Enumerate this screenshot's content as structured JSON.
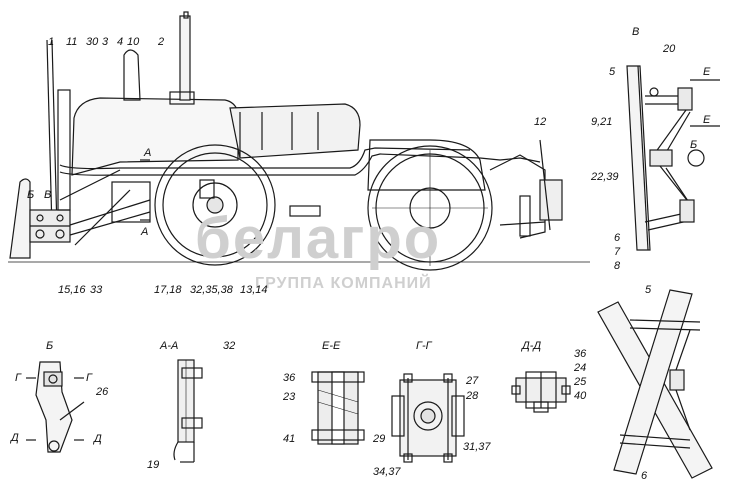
{
  "labels": {
    "n1": "1",
    "n11": "11",
    "n30": "30",
    "n3": "3",
    "n4": "4",
    "n10": "10",
    "n2": "2",
    "n12": "12",
    "n15_16": "15,16",
    "n33": "33",
    "n17_18": "17,18",
    "n32_35_38": "32,35,38",
    "n13_14": "13,14",
    "b_left": "Б",
    "v_left": "В",
    "a_top": "А",
    "a_bot": "А",
    "v_title": "В",
    "v20": "20",
    "v5": "5",
    "v9_21": "9,21",
    "ve1": "Е",
    "ve2": "Е",
    "vb": "Б",
    "v22_39": "22,39",
    "v6": "6",
    "v7": "7",
    "v8": "8",
    "x5": "5",
    "x6": "6",
    "sb_title": "Б",
    "sb_g1": "Г",
    "sb_g2": "Г",
    "sb_26": "26",
    "sb_d1": "Д",
    "sb_d2": "Д",
    "sa_title": "А-А",
    "sa_32": "32",
    "sa_19": "19",
    "se_title": "Е-Е",
    "se_36": "36",
    "se_23": "23",
    "se_41": "41",
    "sg_title": "Г-Г",
    "sg_27": "27",
    "sg_28": "28",
    "sg_29": "29",
    "sg_34_37": "34,37",
    "sg_31_37": "31,37",
    "sd_title": "Д-Д",
    "sd_36": "36",
    "sd_24": "24",
    "sd_25": "25",
    "sd_40": "40"
  },
  "watermark": {
    "brand": "белагро",
    "subtitle": "ГРУППА КОМПАНИЙ"
  },
  "colors": {
    "ink": "#1a1a1a",
    "watermark": "#cfcfcf"
  }
}
